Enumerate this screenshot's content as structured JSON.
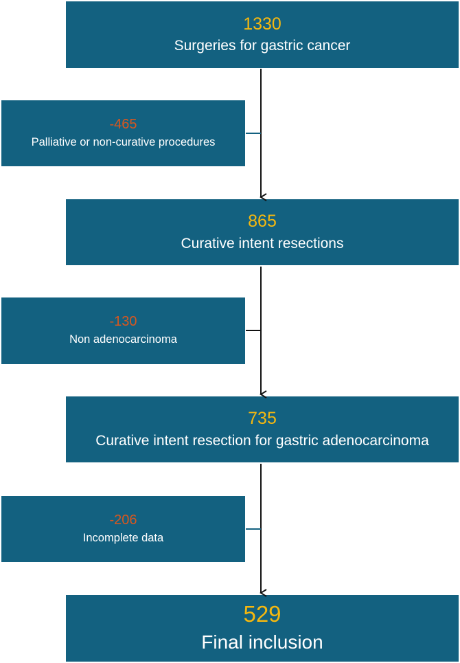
{
  "flow": {
    "stages": [
      {
        "count": "1330",
        "label": "Surgeries for gastric cancer"
      },
      {
        "count": "865",
        "label": "Curative intent resections"
      },
      {
        "count": "735",
        "label": "Curative intent resection for gastric adenocarcinoma"
      },
      {
        "count": "529",
        "label": "Final inclusion"
      }
    ],
    "exclusions": [
      {
        "count": "-465",
        "label": "Palliative or non-curative procedures"
      },
      {
        "count": "-130",
        "label": "Non adenocarcinoma"
      },
      {
        "count": "-206",
        "label": "Incomplete data"
      }
    ]
  },
  "colors": {
    "box_fill": "#136180",
    "count_main": "#f5b80f",
    "count_excluded": "#d9571e",
    "label_text": "#ffffff",
    "arrow": "#111111"
  }
}
